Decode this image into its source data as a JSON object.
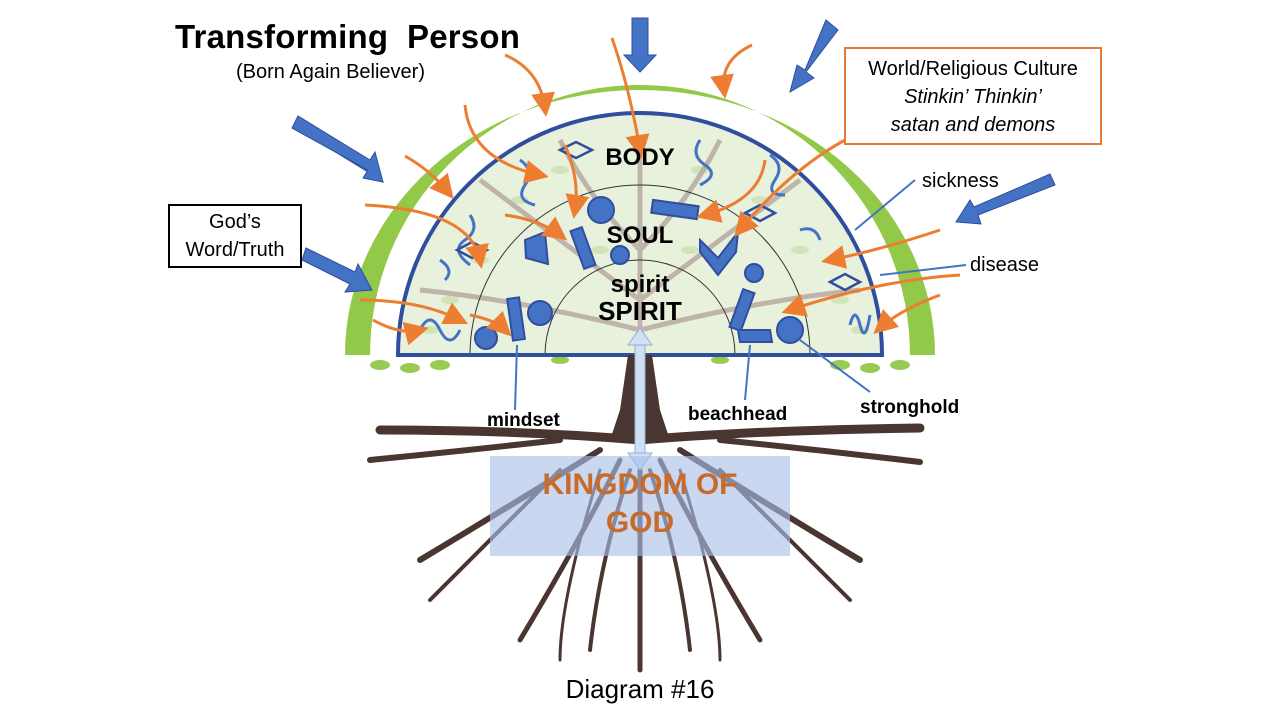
{
  "title": "Transforming  Person",
  "subtitle": "(Born Again Believer)",
  "gods_word_box": {
    "line1": "God’s",
    "line2": "Word/Truth"
  },
  "world_box": {
    "line1": "World/Religious Culture",
    "line2": "Stinkin’ Thinkin’",
    "line3": "satan and demons"
  },
  "zones": {
    "body": "BODY",
    "soul": "SOUL",
    "spirit_lower": "spirit",
    "spirit_upper": "SPIRIT"
  },
  "callouts": {
    "sickness": "sickness",
    "disease": "disease",
    "mindset": "mindset",
    "beachhead": "beachhead",
    "stronghold": "stronghold"
  },
  "kingdom": {
    "line1": "KINGDOM OF",
    "line2": "GOD"
  },
  "footer": "Diagram #16",
  "colors": {
    "blue_arrow": "#4472c4",
    "orange_arrow": "#ed7d31",
    "dome_outline": "#2f4e9e",
    "leaf_green": "#8cc63f",
    "trunk_brown": "#4a3630",
    "kingdom_text": "#c86a28",
    "world_box_border": "#e07b39"
  }
}
